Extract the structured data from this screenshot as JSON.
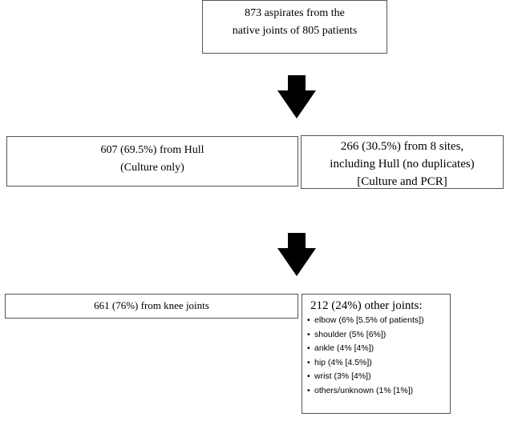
{
  "top_box": {
    "line1": "873 aspirates from the",
    "line2": "native joints of 805 patients"
  },
  "hull_box": {
    "line1": "607 (69.5%) from Hull",
    "line2": "(Culture only)"
  },
  "sites_box": {
    "line1": "266 (30.5%) from 8 sites,",
    "line2": "including Hull (no duplicates)",
    "line3": "[Culture and PCR]"
  },
  "knee_box": {
    "text": "661 (76%) from knee joints"
  },
  "other_box": {
    "title": "212 (24%) other joints:",
    "items": [
      "elbow (6% [5.5% of patients])",
      "shoulder (5% [6%])",
      "ankle (4% [4%])",
      "hip (4% [4.5%])",
      "wrist (3% [4%])",
      "others/unknown (1% [1%])"
    ]
  },
  "colors": {
    "arrow": "#000000",
    "border": "#555555"
  }
}
